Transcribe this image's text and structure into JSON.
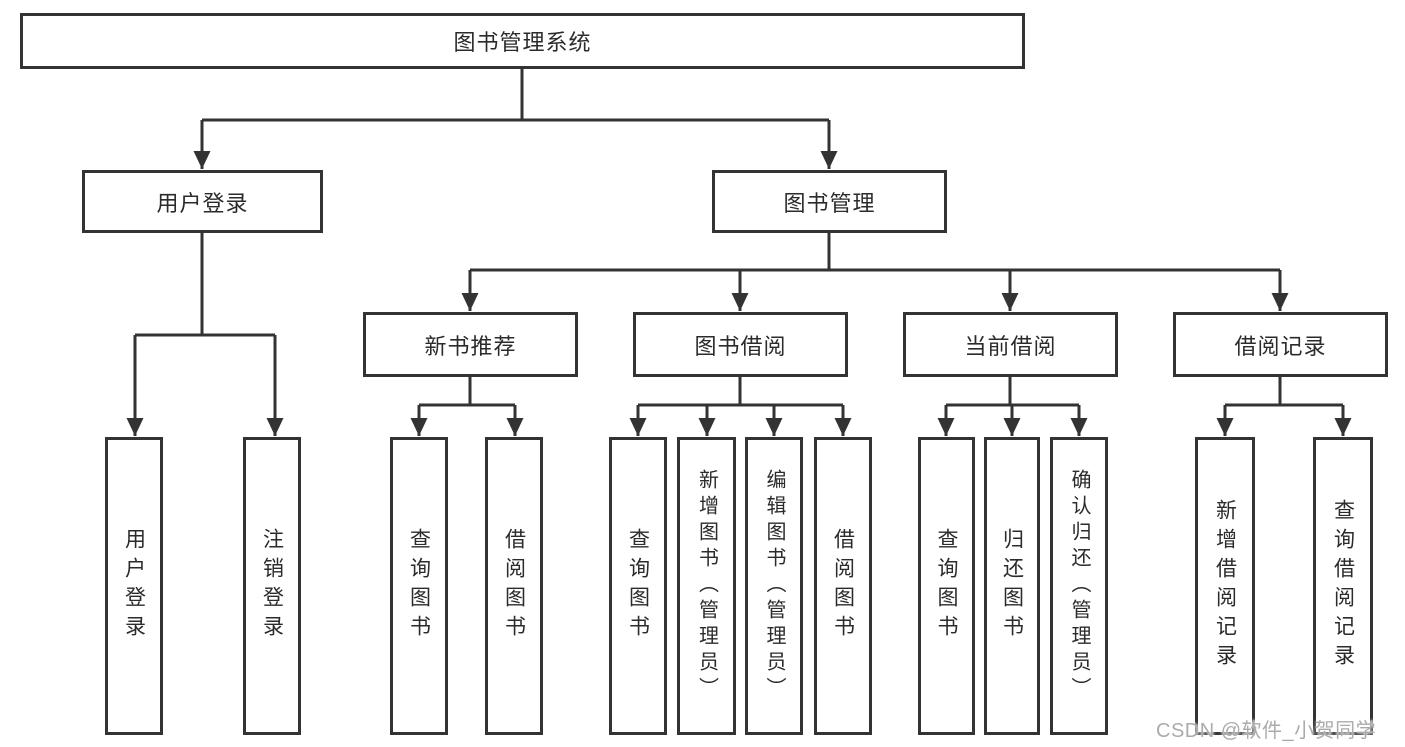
{
  "nodes": {
    "root": "图书管理系统",
    "user_login": "用户登录",
    "book_management": "图书管理",
    "new_book_recommend": "新书推荐",
    "book_borrow": "图书借阅",
    "current_borrow": "当前借阅",
    "borrow_records": "借阅记录",
    "leaf_user_login": "用户登录",
    "leaf_logout": "注销登录",
    "leaf_nb_query_book": "查询图书",
    "leaf_nb_borrow_book": "借阅图书",
    "leaf_bb_query_book": "查询图书",
    "leaf_bb_add_book": "新增图书（管理员）",
    "leaf_bb_edit_book": "编辑图书（管理员）",
    "leaf_bb_borrow_book": "借阅图书",
    "leaf_cb_query_book": "查询图书",
    "leaf_cb_return_book": "归还图书",
    "leaf_cb_confirm_return": "确认归还（管理员）",
    "leaf_br_add_record": "新增借阅记录",
    "leaf_br_query_record": "查询借阅记录"
  },
  "watermark": {
    "text": "CSDN @软件_小贺同学"
  },
  "colors": {
    "line": "#333333",
    "text": "#2b2b2b",
    "watermark": "#ababab",
    "background": "#ffffff"
  }
}
